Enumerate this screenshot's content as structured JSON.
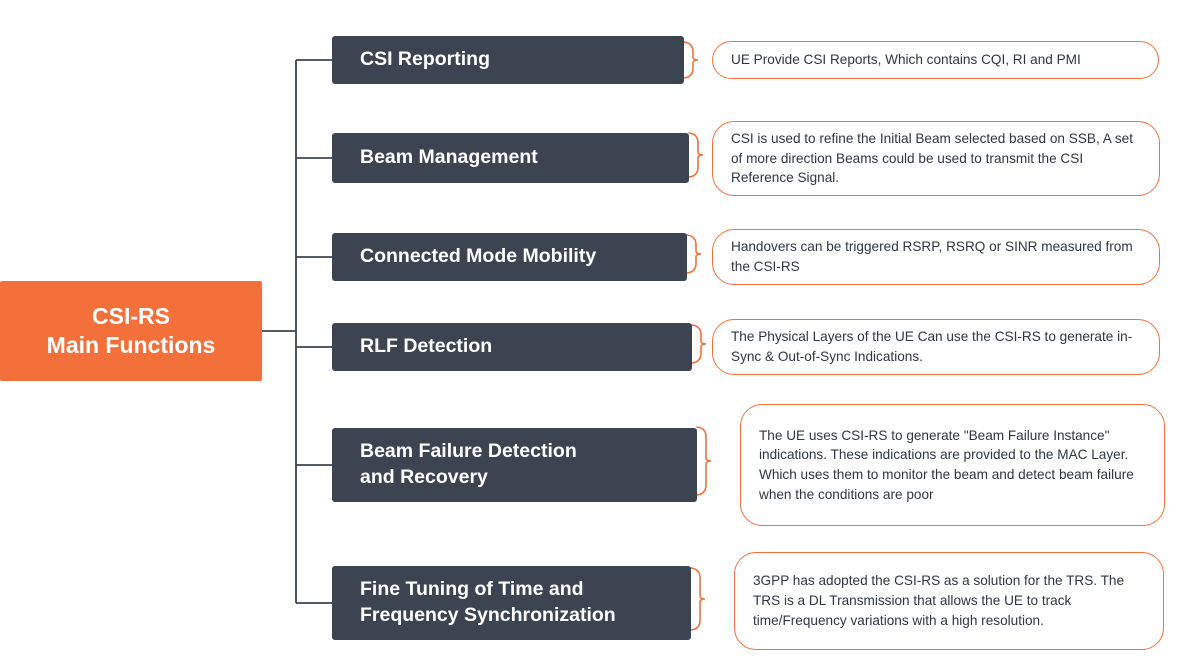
{
  "diagram": {
    "type": "mind-map",
    "root": {
      "line1": "CSI-RS",
      "line2": "Main Functions",
      "color": "#f4703a",
      "text_color": "#ffffff"
    },
    "node_color": "#3d4451",
    "accent_color": "#f4703a",
    "branches": [
      {
        "id": "csi-reporting",
        "label": "CSI Reporting",
        "description": "UE Provide CSI Reports, Which contains CQI, RI and PMI"
      },
      {
        "id": "beam-management",
        "label": "Beam Management",
        "description": "CSI is used to refine the Initial Beam selected based on SSB, A set of more direction Beams could be used to transmit the CSI Reference Signal."
      },
      {
        "id": "connected-mode-mobility",
        "label": "Connected Mode Mobility",
        "description": "Handovers can be triggered RSRP, RSRQ or SINR measured from the CSI-RS"
      },
      {
        "id": "rlf-detection",
        "label": "RLF Detection",
        "description": "The Physical Layers of the UE Can use the CSI-RS to generate in-Sync & Out-of-Sync Indications."
      },
      {
        "id": "beam-failure-detection-and-recovery",
        "label": "Beam Failure Detection and Recovery",
        "label_line1": "Beam Failure Detection",
        "label_line2": "and Recovery",
        "description": "The UE uses CSI-RS to generate \"Beam Failure Instance\" indications. These indications are provided to the MAC Layer. Which uses them to monitor the beam and detect beam failure when the conditions are poor"
      },
      {
        "id": "fine-tuning-of-time-and-frequency-synchronization",
        "label": "Fine Tuning of Time and Frequency Synchronization",
        "label_line1": "Fine Tuning of Time and",
        "label_line2": "Frequency Synchronization",
        "description": "3GPP has adopted the CSI-RS as a solution for the TRS. The TRS is a DL Transmission that allows the UE to track time/Frequency variations with a high resolution."
      }
    ]
  }
}
